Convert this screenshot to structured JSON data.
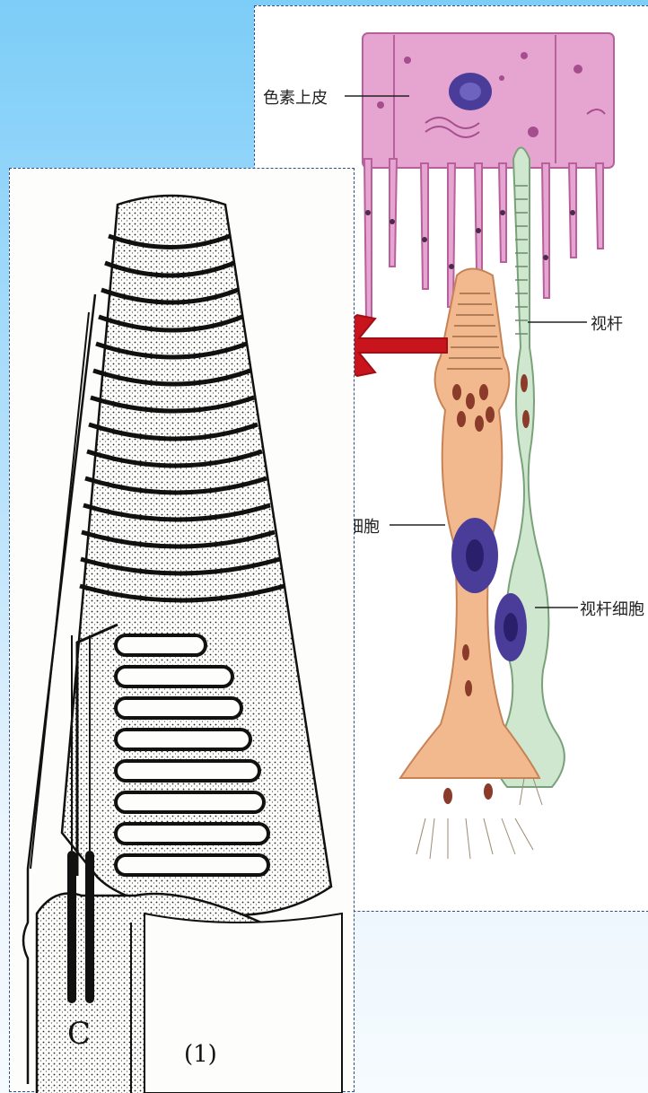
{
  "labels": {
    "pigment_epithelium": "色素上皮",
    "rod": "视杆",
    "cone_cell_partial": "细胞",
    "rod_cell_partial": "视杆细胞"
  },
  "figure": {
    "letter_c": "C",
    "number": "(1)"
  },
  "colors": {
    "background_top": "#7ccdf8",
    "pigment_epithelium": "#e6a4d0",
    "cone_cell": "#f3b98e",
    "rod_cell": "#cfe7cf",
    "nucleus": "#4a3d9a",
    "arrow": "#c8141c",
    "panel_border": "#2d4f8a"
  }
}
